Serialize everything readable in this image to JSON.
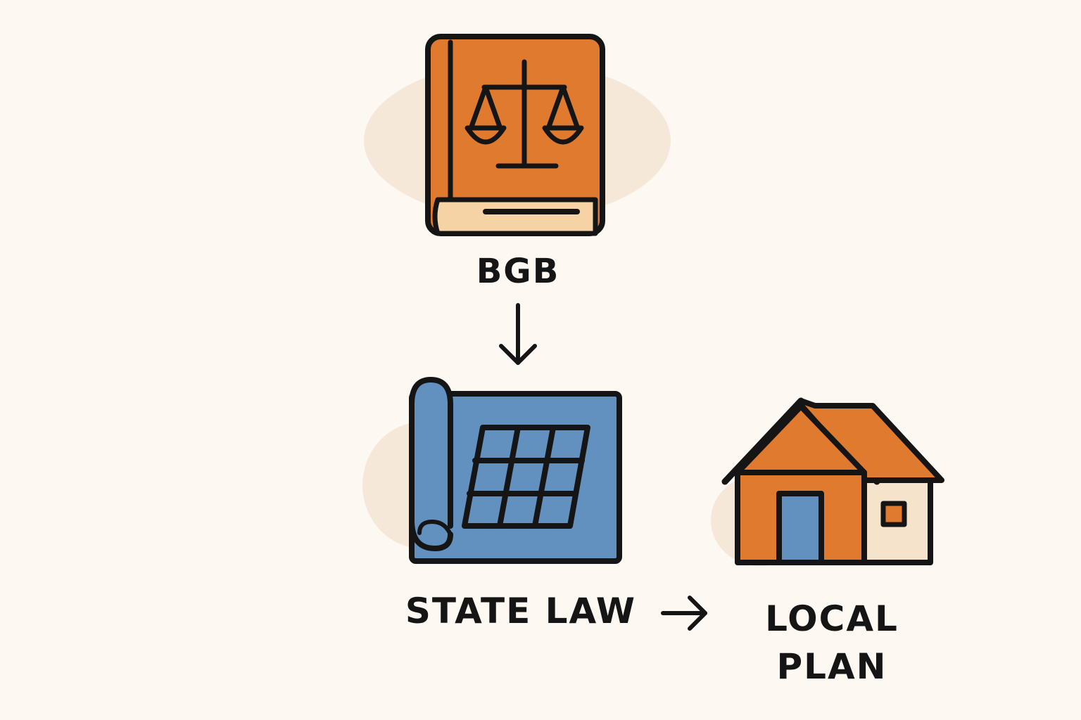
{
  "diagram": {
    "nodes": [
      {
        "id": "bgb",
        "label": "BGB",
        "icon": "law-book-icon"
      },
      {
        "id": "state-law",
        "label": "STATE LAW",
        "icon": "blueprint-icon"
      },
      {
        "id": "local-plan",
        "label": "LOCAL\nPLAN",
        "icon": "house-icon"
      }
    ],
    "edges": [
      {
        "from": "bgb",
        "to": "state-law"
      },
      {
        "from": "state-law",
        "to": "local-plan"
      }
    ]
  },
  "colors": {
    "background": "#fdf8f2",
    "blob": "#f6e8d8",
    "orange": "#e07a2e",
    "blue": "#6391bf",
    "cream": "#f6d3a4",
    "outline": "#151515"
  }
}
